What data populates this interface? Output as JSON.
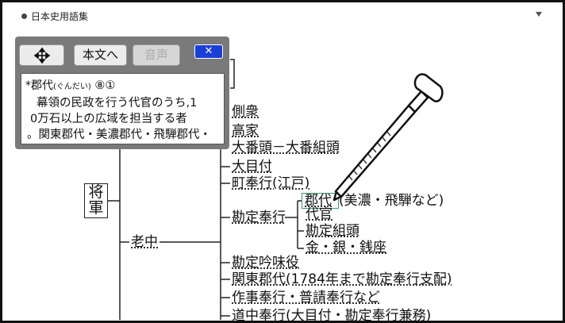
{
  "header": {
    "title": "日本史用語集"
  },
  "popup": {
    "toolbar": {
      "to_text_label": "本文へ",
      "audio_label": "音声",
      "close_label": "✕"
    },
    "entry": {
      "headword": "*郡代",
      "reading": "(ぐんだい)",
      "marks": "⑧①",
      "lines": [
        "幕領の民政を行う代官のうち,1",
        "0万石以上の広域を担当する者",
        "。関東郡代・美濃郡代・飛騨郡代・"
      ]
    }
  },
  "diagram": {
    "shogun": [
      "将",
      "軍"
    ],
    "roju": "老中",
    "top_nodes": [
      "側衆",
      "高家",
      "大番頭－大番組頭",
      "大目付",
      "町奉行(江戸)"
    ],
    "kanjo": "勘定奉行",
    "kanjo_children": [
      "郡代",
      "(美濃・飛騨など)",
      "代官",
      "勘定組頭",
      "金・銀・銭座"
    ],
    "bottom_nodes": [
      "勘定吟味役",
      "関東郡代(1784年まで勘定奉行支配)",
      "作事奉行・普請奉行など",
      "道中奉行(大目付・勘定奉行兼務)"
    ]
  }
}
